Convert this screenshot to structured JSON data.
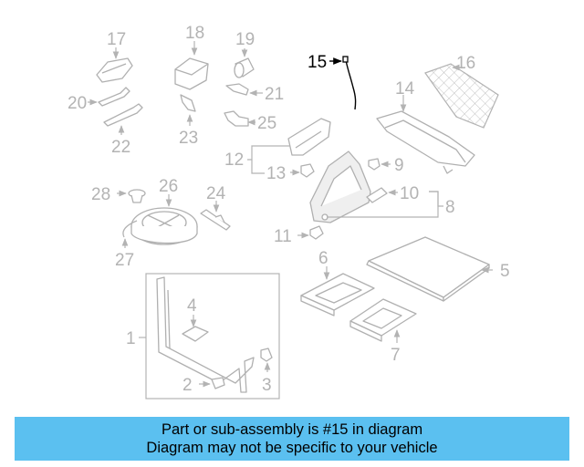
{
  "diagram": {
    "highlight_color": "#000000",
    "part_color": "#b3b3b3",
    "callouts": {
      "c1": "1",
      "c2": "2",
      "c3": "3",
      "c4": "4",
      "c5": "5",
      "c6": "6",
      "c7": "7",
      "c8": "8",
      "c9": "9",
      "c10": "10",
      "c11": "11",
      "c12": "12",
      "c13": "13",
      "c14": "14",
      "c15": "15",
      "c16": "16",
      "c17": "17",
      "c18": "18",
      "c19": "19",
      "c20": "20",
      "c21": "21",
      "c22": "22",
      "c23": "23",
      "c24": "24",
      "c25": "25",
      "c26": "26",
      "c27": "27",
      "c28": "28"
    }
  },
  "footer": {
    "background": "#5bc0f0",
    "line1": "Part or sub-assembly is #15 in diagram",
    "line2": "Diagram may not be specific to your vehicle"
  }
}
